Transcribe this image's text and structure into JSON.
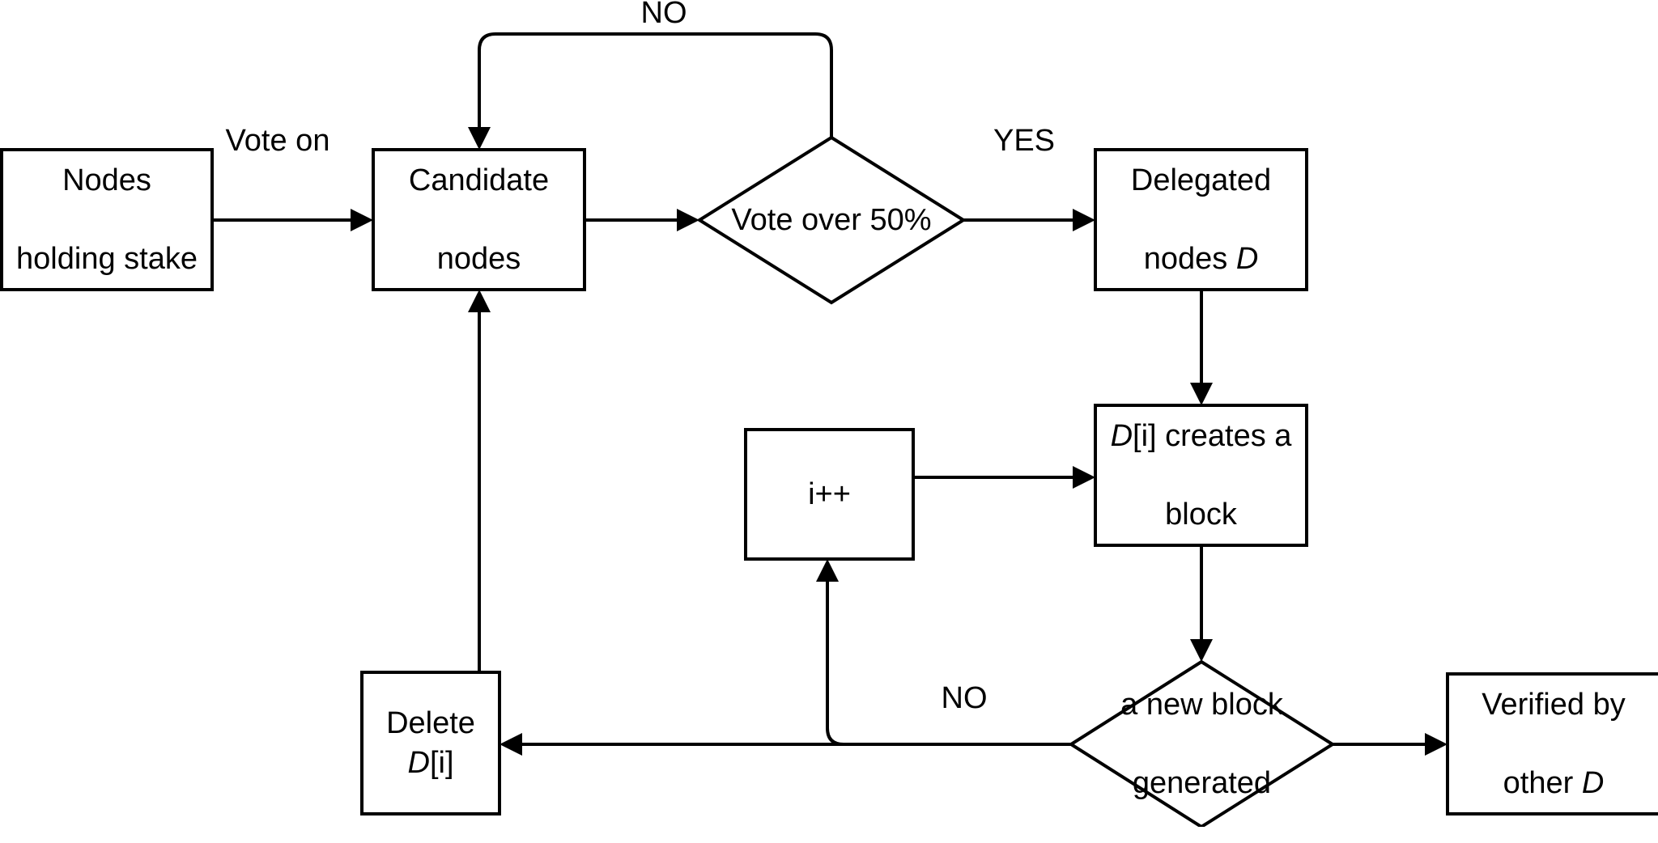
{
  "diagram": {
    "title": "Delegated Proof of Stake consensus flowchart",
    "background_color": "#ffffff",
    "stroke_color": "#000000",
    "nodes": [
      {
        "id": "nodes-holding-stake",
        "shape": "rectangle",
        "text": "Nodes\nholding stake"
      },
      {
        "id": "candidate-nodes",
        "shape": "rectangle",
        "text": "Candidate\nnodes"
      },
      {
        "id": "vote-over-50",
        "shape": "diamond",
        "text": "Vote over 50%"
      },
      {
        "id": "delegated-nodes",
        "shape": "rectangle",
        "text_prefix": "Delegated\nnodes ",
        "text_italic": "D",
        "text": "Delegated nodes D"
      },
      {
        "id": "d-creates-block",
        "shape": "rectangle",
        "text_italic": "D",
        "text_suffix": "[i] creates a\nblock",
        "text": "D[i] creates a block"
      },
      {
        "id": "increment",
        "shape": "rectangle",
        "text": "i++"
      },
      {
        "id": "delete-d",
        "shape": "rectangle",
        "text_prefix": "Delete ",
        "text_italic": "D",
        "text_suffix": "[i]",
        "text": "Delete D[i]"
      },
      {
        "id": "new-block-generated",
        "shape": "diamond",
        "text": "a new block\ngenerated"
      },
      {
        "id": "verified-by-other-d",
        "shape": "rectangle",
        "text_prefix": "Verified by\nother ",
        "text_italic": "D",
        "text": "Verified by other D"
      }
    ],
    "edges": [
      {
        "id": "stake-to-candidate",
        "from": "nodes-holding-stake",
        "to": "candidate-nodes",
        "label": "Vote on"
      },
      {
        "id": "candidate-to-vote",
        "from": "candidate-nodes",
        "to": "vote-over-50",
        "label": ""
      },
      {
        "id": "vote-no-loop",
        "from": "vote-over-50",
        "to": "candidate-nodes",
        "label": "NO"
      },
      {
        "id": "vote-yes",
        "from": "vote-over-50",
        "to": "delegated-nodes",
        "label": "YES"
      },
      {
        "id": "delegated-to-create",
        "from": "delegated-nodes",
        "to": "d-creates-block",
        "label": ""
      },
      {
        "id": "increment-to-create",
        "from": "increment",
        "to": "d-creates-block",
        "label": ""
      },
      {
        "id": "create-to-check",
        "from": "d-creates-block",
        "to": "new-block-generated",
        "label": ""
      },
      {
        "id": "check-no-to-delete",
        "from": "new-block-generated",
        "to": "delete-d",
        "label": "NO"
      },
      {
        "id": "check-no-to-increment",
        "from": "new-block-generated",
        "to": "increment",
        "label": ""
      },
      {
        "id": "check-to-verified",
        "from": "new-block-generated",
        "to": "verified-by-other-d",
        "label": ""
      },
      {
        "id": "delete-to-candidate",
        "from": "delete-d",
        "to": "candidate-nodes",
        "label": ""
      }
    ],
    "labels": {
      "vote_on": "Vote on",
      "no_top": "NO",
      "yes": "YES",
      "no_bottom": "NO"
    },
    "node_text": {
      "nodes_holding_stake_line1": "Nodes",
      "nodes_holding_stake_line2": "holding stake",
      "candidate_line1": "Candidate",
      "candidate_line2": "nodes",
      "vote_over_50": "Vote over 50%",
      "delegated_line1": "Delegated",
      "delegated_line2_pre": "nodes ",
      "delegated_line2_ital": "D",
      "creates_ital": "D",
      "creates_line1_rest": "[i] creates a",
      "creates_line2": "block",
      "increment": "i++",
      "delete_pre": "Delete ",
      "delete_ital": "D",
      "delete_post": "[i]",
      "newblock_line1": "a new block",
      "newblock_line2": "generated",
      "verified_line1": "Verified by",
      "verified_line2_pre": "other ",
      "verified_line2_ital": "D"
    }
  }
}
